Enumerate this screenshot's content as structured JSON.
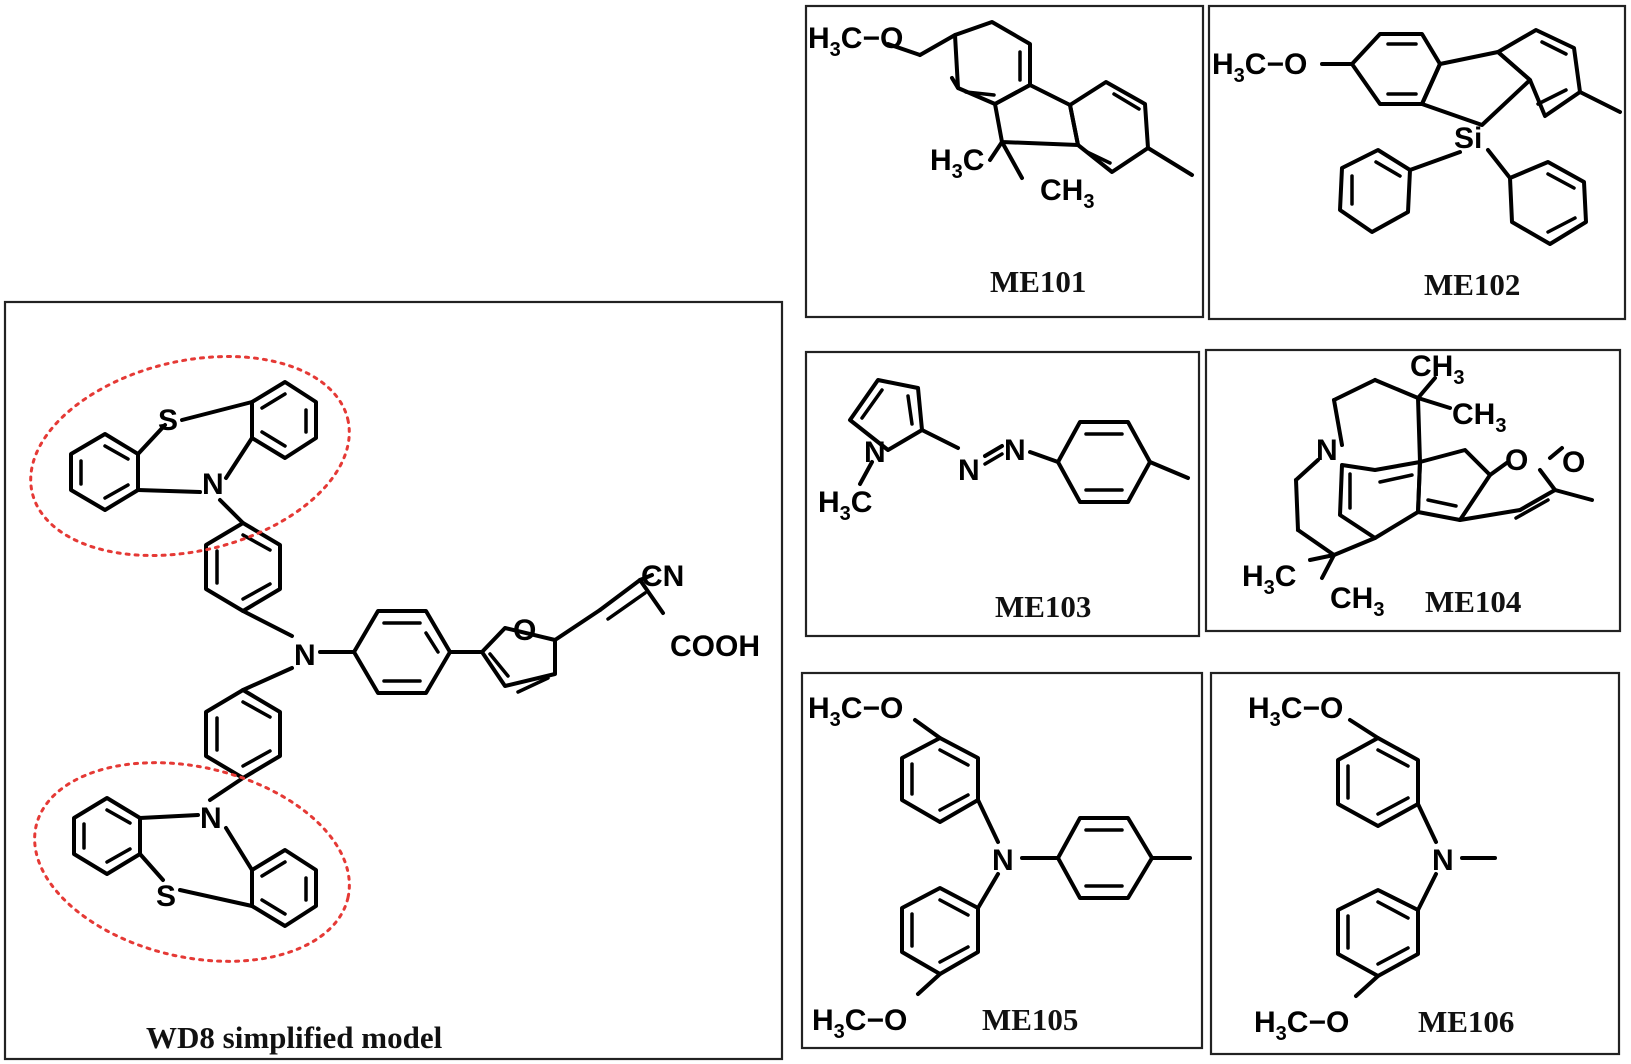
{
  "panels": [
    {
      "id": "wd8",
      "caption": "WD8 simplified model"
    },
    {
      "id": "me101",
      "caption": "ME101"
    },
    {
      "id": "me102",
      "caption": "ME102"
    },
    {
      "id": "me103",
      "caption": "ME103"
    },
    {
      "id": "me104",
      "caption": "ME104"
    },
    {
      "id": "me105",
      "caption": "ME105"
    },
    {
      "id": "me106",
      "caption": "ME106"
    }
  ],
  "atoms": {
    "s": "S",
    "n": "N",
    "o": "O",
    "si": "Si",
    "cn": "CN",
    "cooh": "COOH",
    "h": "H",
    "c": "C",
    "three": "3",
    "h3c_o": "H3C−O",
    "ch3": "CH3",
    "h3c": "H3C"
  },
  "colors": {
    "highlight": "#e53935",
    "bond": "#000000",
    "frame": "#222222"
  }
}
